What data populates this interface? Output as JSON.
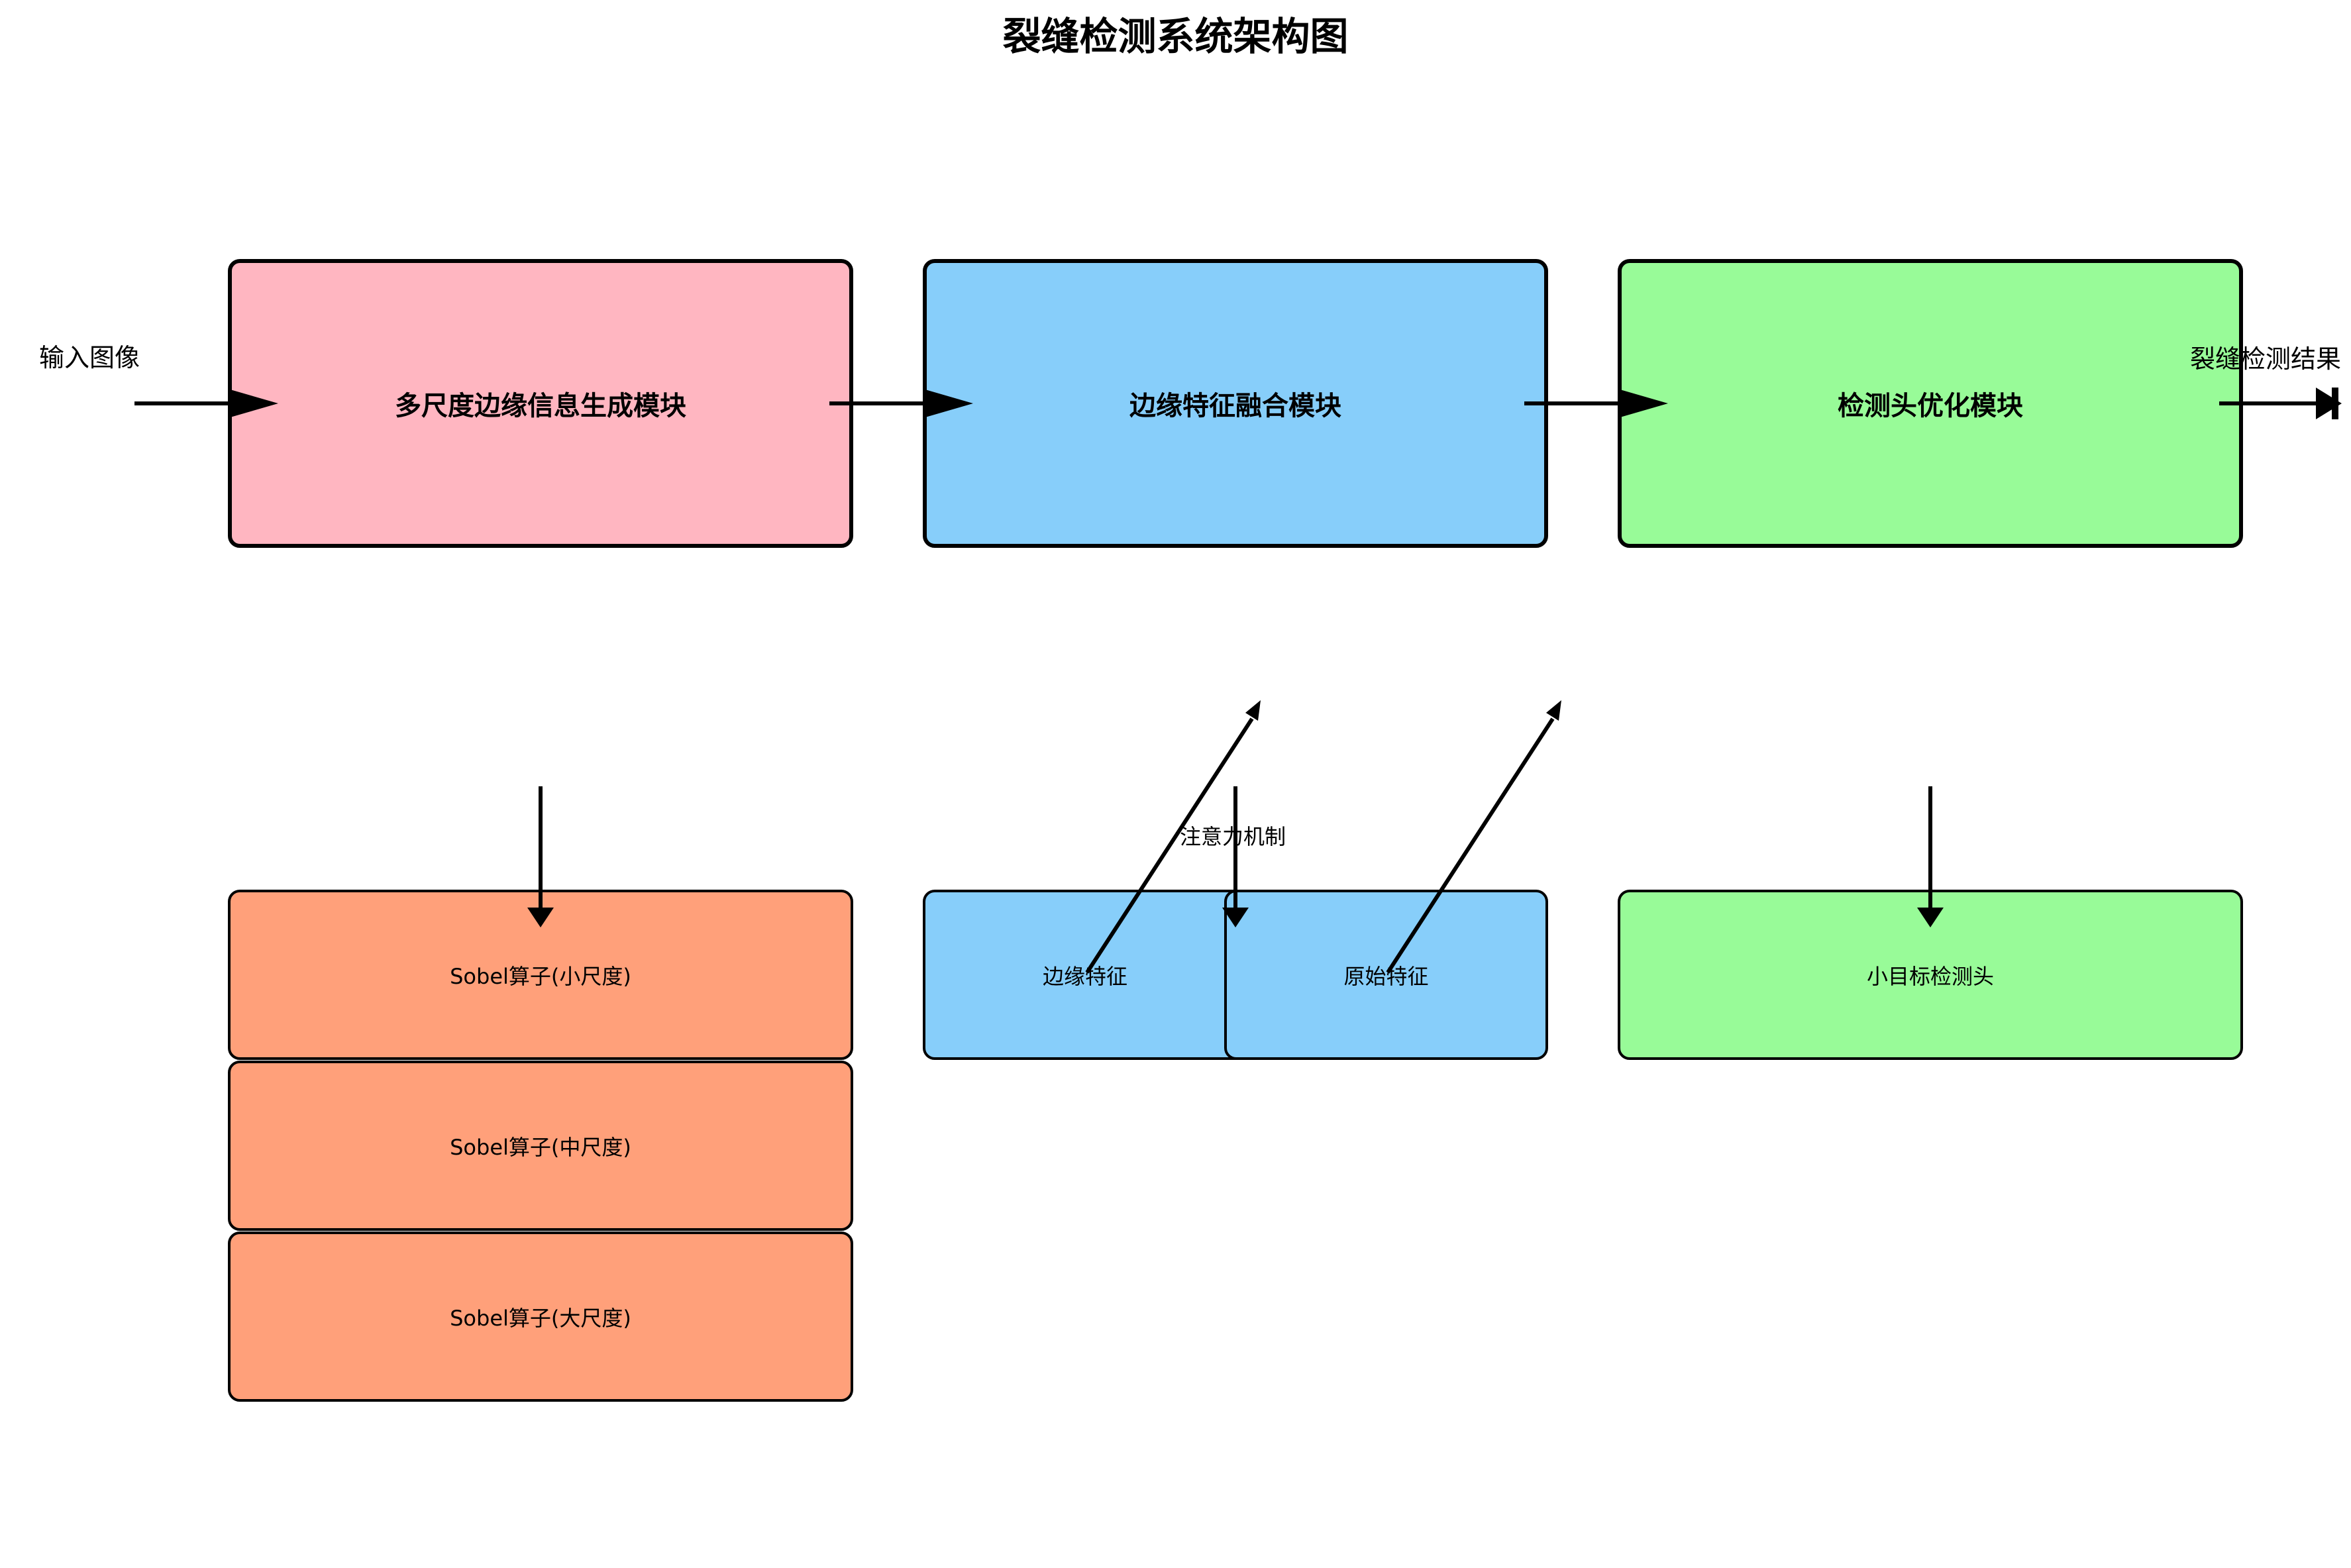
{
  "title": "裂缝检测系统架构图",
  "colors": {
    "pink": "#FFB6C1",
    "blue": "#87CEFA",
    "green": "#98FB98",
    "salmon": "#FFA07A"
  },
  "modules": {
    "multiscale": "多尺度边缘信息生成模块",
    "fusion": "边缘特征融合模块",
    "head": "检测头优化模块"
  },
  "sobel": {
    "small": "Sobel算子(小尺度)",
    "medium": "Sobel算子(中尺度)",
    "large": "Sobel算子(大尺度)"
  },
  "fusion_parts": {
    "edge": "边缘特征",
    "original": "原始特征",
    "attention": "注意力机制"
  },
  "head_parts": {
    "small_target": "小目标检测头"
  },
  "io": {
    "input": "输入图像",
    "output": "裂缝检测结果"
  }
}
